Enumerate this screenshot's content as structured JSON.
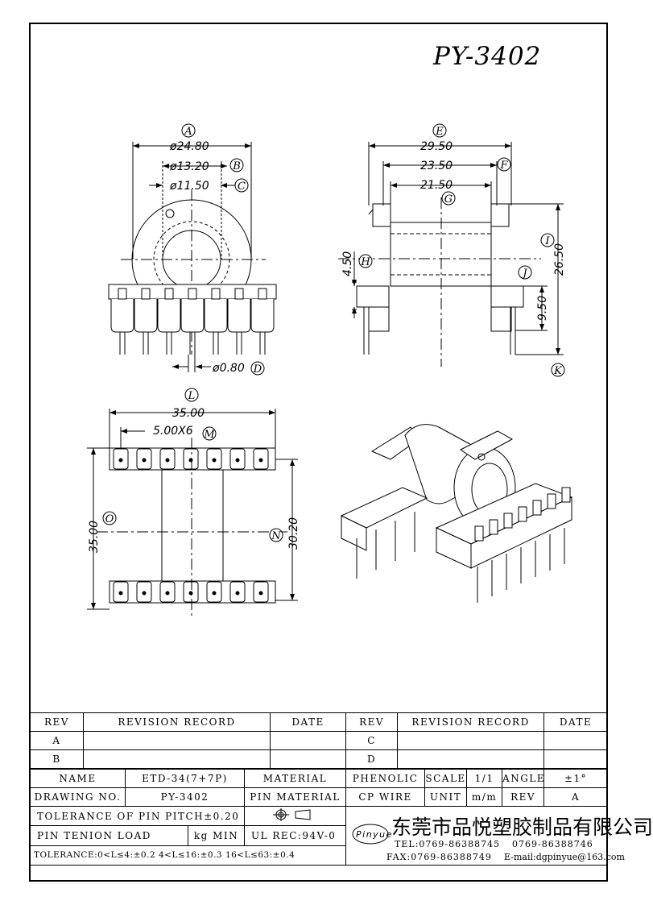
{
  "drawing": {
    "title": "PY-3402",
    "dims": {
      "A_val": "ø24.80",
      "B_val": "ø13.20",
      "C_val": "ø11.50",
      "D_val": "ø0.80",
      "E_val": "29.50",
      "F_val": "23.50",
      "G_val": "21.50",
      "H_val": "4.50",
      "I_val": "26.50",
      "J_val": "9.50",
      "L_val": "35.00",
      "M_val": "5.00X6",
      "O_val": "35.00",
      "N_val": "30.20"
    },
    "labels": {
      "A": "A",
      "B": "B",
      "C": "C",
      "D": "D",
      "E": "E",
      "F": "F",
      "G": "G",
      "H": "H",
      "I": "I",
      "J": "J",
      "K": "K",
      "L": "L",
      "M": "M",
      "N": "N",
      "O": "O"
    }
  },
  "title_block": {
    "rev_header": [
      "REV",
      "REVISION RECORD",
      "DATE",
      "REV",
      "REVISION RECORD",
      "DATE"
    ],
    "rev_rows": [
      [
        "A",
        "",
        "",
        "C",
        "",
        ""
      ],
      [
        "B",
        "",
        "",
        "D",
        "",
        ""
      ]
    ],
    "name_label": "NAME",
    "name_value": "ETD-34(7+7P)",
    "material_label": "MATERIAL",
    "material_value": "PHENOLIC",
    "scale_label": "SCALE",
    "scale_value": "1/1",
    "angle_label": "ANGLE",
    "angle_value": "±1°",
    "drawing_no_label": "DRAWING NO.",
    "drawing_no_value": "PY-3402",
    "pin_material_label": "PIN MATERIAL",
    "pin_material_value": "CP WIRE",
    "unit_label": "UNIT",
    "unit_value": "m/m",
    "rev_label": "REV",
    "rev_value": "A",
    "tolerance_pitch": "TOLERANCE OF PIN PITCH±0.20",
    "pin_tension": "PIN TENION LOAD",
    "pin_tension_unit": "kg MIN",
    "ul_rec": "UL REC:94V-0",
    "tolerance_general": "TOLERANCE:0<L≤4:±0.2  4<L≤16:±0.3  16<L≤63:±0.4",
    "company_name": "东莞市品悦塑胶制品有限公司",
    "logo_text": "Pinyue",
    "tel1": "TEL:0769-86388745",
    "tel2": "0769-86388746",
    "fax": "FAX:0769-86388749",
    "email": "E-mail:dgpinyue@163.com"
  }
}
